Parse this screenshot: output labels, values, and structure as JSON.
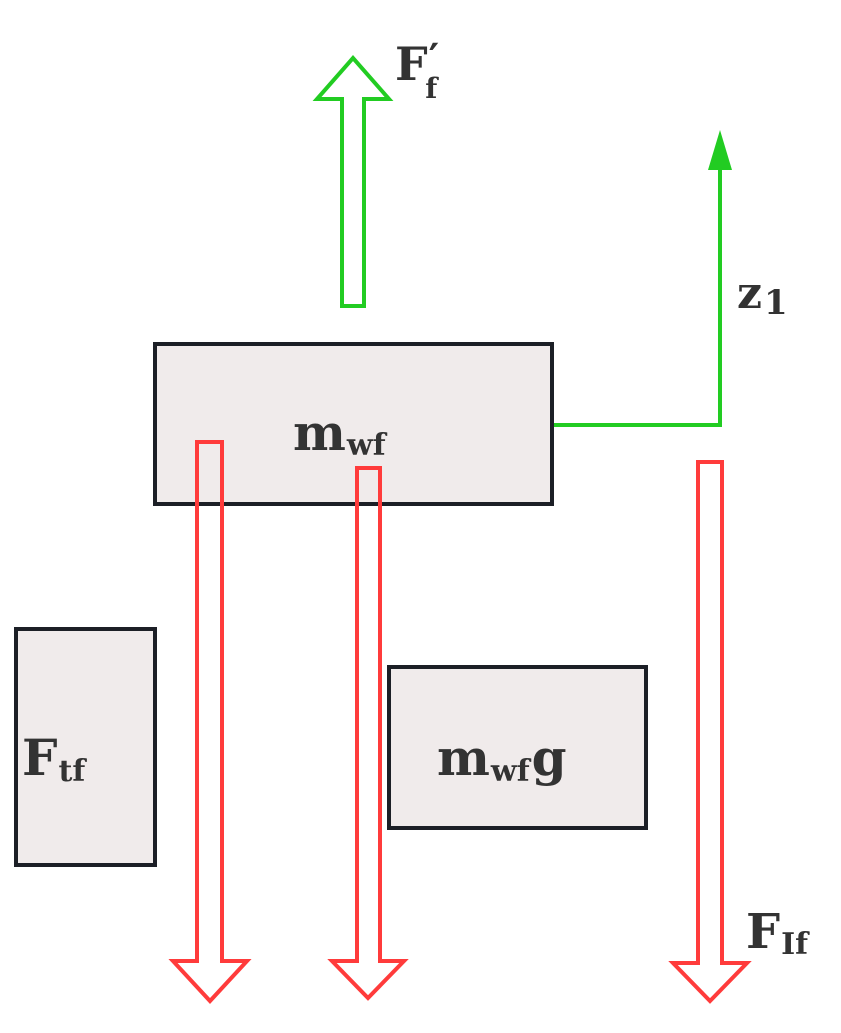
{
  "colors": {
    "up_force": "#22cc22",
    "down_force": "#ff3b3b",
    "box_fill": "#f0ebeb",
    "box_stroke": "#1c1f26",
    "label_text": "#333333"
  },
  "labels": {
    "ff_prime": {
      "main": "F",
      "sub": "f",
      "prime": "′"
    },
    "z1": {
      "main": "z",
      "sub": "1"
    },
    "mass_box": {
      "main": "m",
      "sub": "wf"
    },
    "tire_force": {
      "main": "F",
      "sub": "tf"
    },
    "weight": {
      "main": "m",
      "sub": "wf",
      "tail": "g"
    },
    "inertia_force": {
      "main": "F",
      "sub": "If"
    }
  }
}
